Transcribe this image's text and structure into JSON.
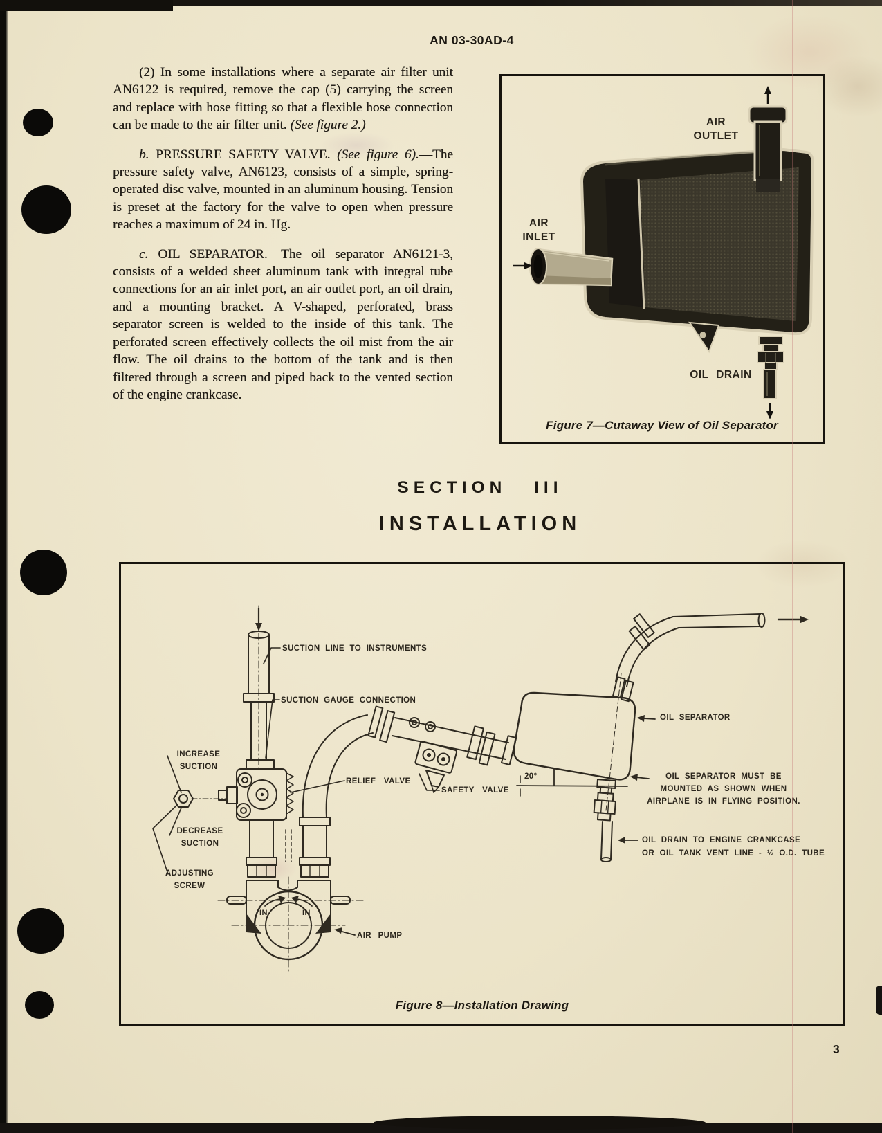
{
  "page": {
    "number": "3"
  },
  "header": {
    "title": "AN 03-30AD-4"
  },
  "body": {
    "paragraphs": [
      {
        "segments": [
          {
            "t": "(2) In some installations where a separate air filter unit AN6122 is required, remove the cap (5) carrying the screen and replace with hose fitting so that a flexible hose connection can be made to the air filter unit. ",
            "i": false
          },
          {
            "t": "(See figure 2.)",
            "i": true
          }
        ]
      },
      {
        "segments": [
          {
            "t": "b.",
            "i": true
          },
          {
            "t": " PRESSURE SAFETY VALVE. ",
            "i": false
          },
          {
            "t": "(See figure 6).",
            "i": true
          },
          {
            "t": "—The pressure safety valve, AN6123, consists of a simple, spring-operated disc valve, mounted in an aluminum housing. Tension is preset at the factory for the valve to open when pressure reaches a maximum of 24 in. Hg.",
            "i": false
          }
        ]
      },
      {
        "segments": [
          {
            "t": "c.",
            "i": true
          },
          {
            "t": " OIL SEPARATOR.—The oil separator AN6121-3, consists of a welded sheet aluminum tank with integral tube connections for an air inlet port, an air outlet port, an oil drain, and a mounting bracket. A V-shaped, perforated, brass separator screen is welded to the inside of this tank. The perforated screen effectively collects the oil mist from the air flow. The oil drains to the bottom of the tank and is then filtered through a screen and piped back to the vented section of the engine crankcase.",
            "i": false
          }
        ]
      }
    ]
  },
  "section": {
    "title": "SECTION III",
    "subtitle": "INSTALLATION"
  },
  "figure7": {
    "caption": "Figure 7—Cutaway View of Oil Separator",
    "labels": {
      "air_outlet": "AIR\nOUTLET",
      "air_inlet": "AIR\nINLET",
      "oil_drain": "OIL DRAIN"
    }
  },
  "figure8": {
    "caption": "Figure 8—Installation Drawing",
    "labels": {
      "suction_line": "SUCTION LINE TO INSTRUMENTS",
      "suction_gauge": "SUCTION GAUGE CONNECTION",
      "increase_suction": "INCREASE\nSUCTION",
      "decrease_suction": "DECREASE\nSUCTION",
      "adjusting_screw": "ADJUSTING\nSCREW",
      "relief_valve": "RELIEF VALVE",
      "safety_valve": "SAFETY VALVE",
      "angle": "20°",
      "oil_separator": "OIL SEPARATOR",
      "mounting_note": "OIL SEPARATOR MUST BE\nMOUNTED AS SHOWN WHEN\nAIRPLANE IS IN FLYING POSITION.",
      "oil_drain_note": "OIL DRAIN TO ENGINE CRANKCASE\nOR OIL TANK VENT LINE -  ½  O.D. TUBE",
      "in_left": "IN",
      "in_right": "IN",
      "air_pump": "AIR PUMP"
    }
  }
}
